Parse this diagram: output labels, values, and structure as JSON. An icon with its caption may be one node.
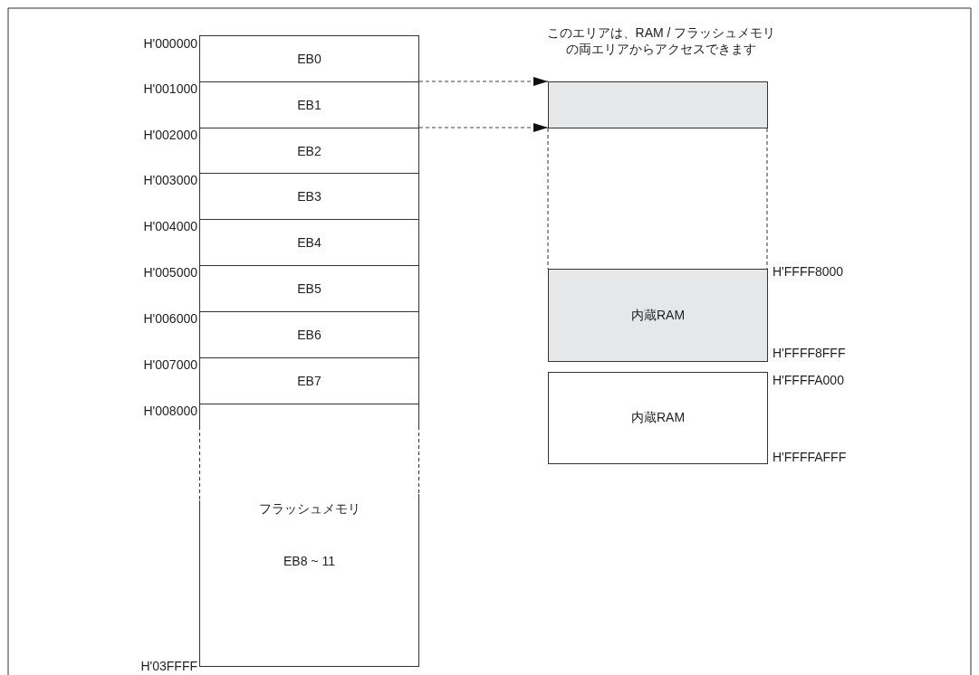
{
  "diagram": {
    "nodes": [
      {
        "text": [
          "EB0"
        ]
      },
      {
        "text": [
          "EB1"
        ]
      },
      {
        "text": [
          "EB2"
        ]
      },
      {
        "text": [
          "EB3"
        ]
      },
      {
        "text": [
          "EB4"
        ]
      },
      {
        "text": [
          "EB5"
        ]
      },
      {
        "text": [
          "EB6"
        ]
      },
      {
        "text": [
          "EB7"
        ]
      },
      {
        "text": [
          "フラッシュメモリ",
          "EB8 ~ 11"
        ]
      },
      {
        "text": [],
        "shape": "box"
      },
      {
        "text": [
          "内蔵RAM"
        ]
      },
      {
        "text": [
          "内蔵RAM"
        ]
      }
    ],
    "edges": [
      {
        "from": 1,
        "to": 9,
        "arrow": "to",
        "style": "dashed"
      },
      {
        "from": 1,
        "to": 9,
        "arrow": "to",
        "style": "dashed"
      }
    ],
    "labels": [
      "このエリアは、RAM / フラッシュメモリの両エリアからアクセスできます",
      "H'000000",
      "H'001000",
      "H'002000",
      "H'003000",
      "H'004000",
      "H'005000",
      "H'006000",
      "H'007000",
      "H'008000",
      "H'FFFF8000",
      "H'FFFF8FFF",
      "H'FFFFA000",
      "H'FFFFAFFF",
      "H'03FFFF"
    ]
  }
}
